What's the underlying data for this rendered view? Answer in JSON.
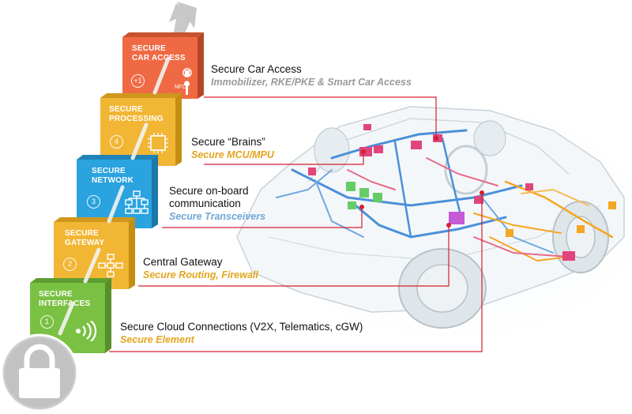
{
  "layers": [
    {
      "title_line1": "SECURE",
      "title_line2": "CAR ACCESS",
      "number": "+1",
      "color": "#ef6a44",
      "heading": "Secure Car Access",
      "subheading": "Immobilizer, RKE/PKE & Smart Car Access",
      "sub_color": "#9a9a9a",
      "icon": "nfc-key-icon"
    },
    {
      "title_line1": "SECURE",
      "title_line2": "PROCESSING",
      "number": "4",
      "color": "#f2b635",
      "heading": "Secure “Brains”",
      "subheading": "Secure MCU/MPU",
      "sub_color": "#e2a51c",
      "icon": "chip-icon"
    },
    {
      "title_line1": "SECURE",
      "title_line2": "NETWORK",
      "number": "3",
      "color": "#2aa3df",
      "heading": "Secure on-board",
      "heading2": "communication",
      "subheading": "Secure Transceivers",
      "sub_color": "#6fa6d4",
      "icon": "network-icon"
    },
    {
      "title_line1": "SECURE",
      "title_line2": "GATEWAY",
      "number": "2",
      "color": "#f2b635",
      "heading": "Central Gateway",
      "subheading": "Secure Routing, Firewall",
      "sub_color": "#e2a51c",
      "icon": "gateway-icon"
    },
    {
      "title_line1": "SECURE",
      "title_line2": "INTERFACES",
      "number": "1",
      "color": "#7ac143",
      "heading": "Secure Cloud Connections (V2X, Telematics, cGW)",
      "subheading": "Secure Element",
      "sub_color": "#e2a51c",
      "icon": "wireless-icon"
    }
  ],
  "colors": {
    "connector": "#d42030",
    "wire_blue": "#4a90d9",
    "wire_orange": "#f5a623",
    "module_pink": "#e0457b",
    "module_green": "#66cc66"
  }
}
